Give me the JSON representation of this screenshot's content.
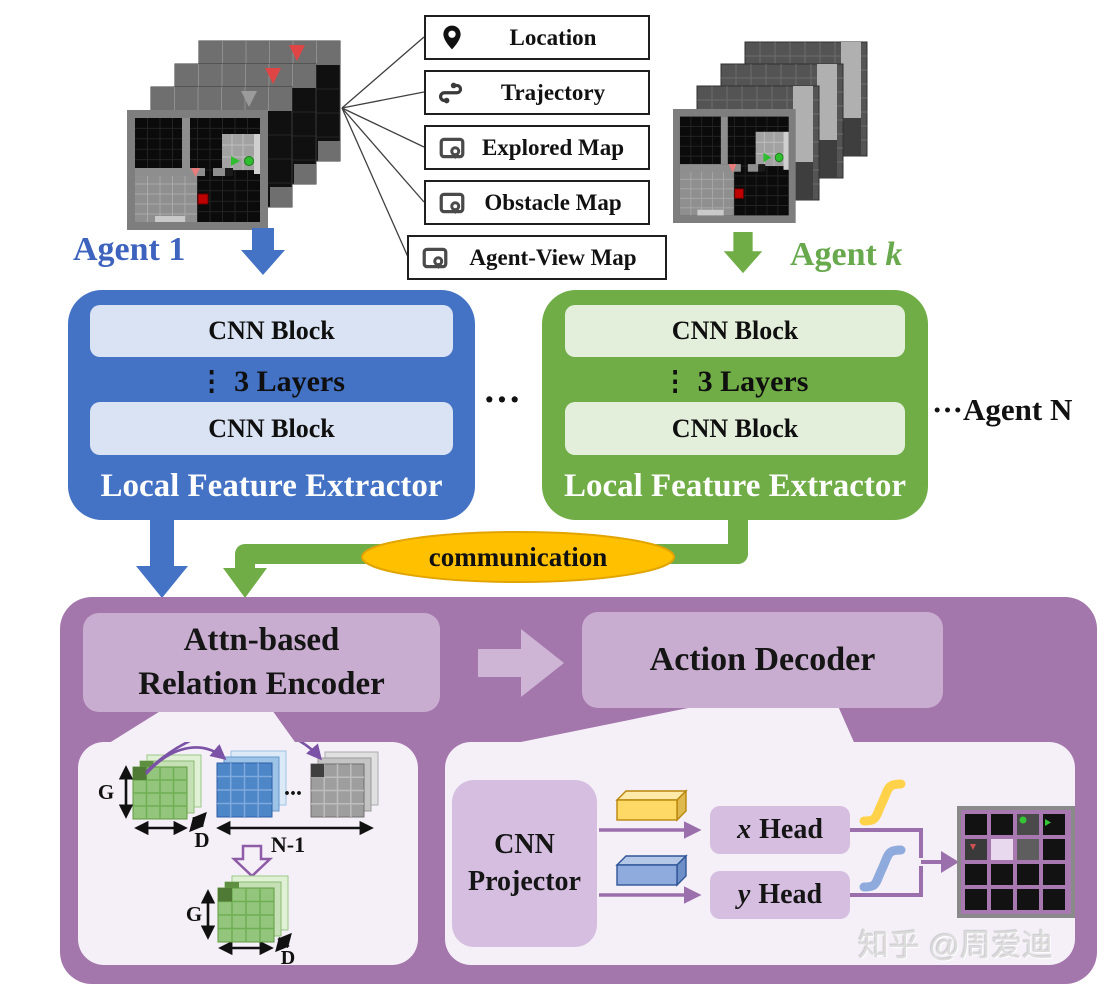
{
  "figure": {
    "agent1_label": "Agent 1",
    "agent_k_prefix": "Agent ",
    "agent_k_var": "k",
    "mid_dots": "···",
    "agent_n_dots": "···",
    "agent_n_label": "Agent N"
  },
  "legend": {
    "items": [
      {
        "label": "Location",
        "icon": "location-pin-icon"
      },
      {
        "label": "Trajectory",
        "icon": "trajectory-icon"
      },
      {
        "label": "Explored Map",
        "icon": "map-pin-icon"
      },
      {
        "label": "Obstacle Map",
        "icon": "map-pin-icon"
      },
      {
        "label": "Agent-View Map",
        "icon": "map-pin-icon"
      }
    ]
  },
  "extractor": {
    "cnn_block": "CNN Block",
    "layers_dots": "⋮",
    "layers_label": "3 Layers",
    "title": "Local Feature Extractor"
  },
  "communication_label": "communication",
  "encoder": {
    "title_line1": "Attn-based",
    "title_line2": "Relation Encoder",
    "g_label": "G",
    "d_label": "D",
    "n_minus_1_label": "N-1",
    "stack_dots": "..."
  },
  "decoder": {
    "title": "Action Decoder",
    "projector_line1": "CNN",
    "projector_line2": "Projector",
    "x_var": "x",
    "y_var": "y",
    "head_label": "Head"
  },
  "watermark": "知乎 @周爱迪",
  "colors": {
    "agent1_blue": "#4472C4",
    "agent_k_green": "#70AD47",
    "cnn_block_blue": "#DAE3F3",
    "cnn_block_green": "#E3EFDB",
    "communication_gold": "#FFC000",
    "module_purple": "#A477AC",
    "title_box_purple": "#C9ADD0",
    "panel_lavender": "#F5F0F8",
    "inner_box_purple": "#D5BEDF"
  }
}
